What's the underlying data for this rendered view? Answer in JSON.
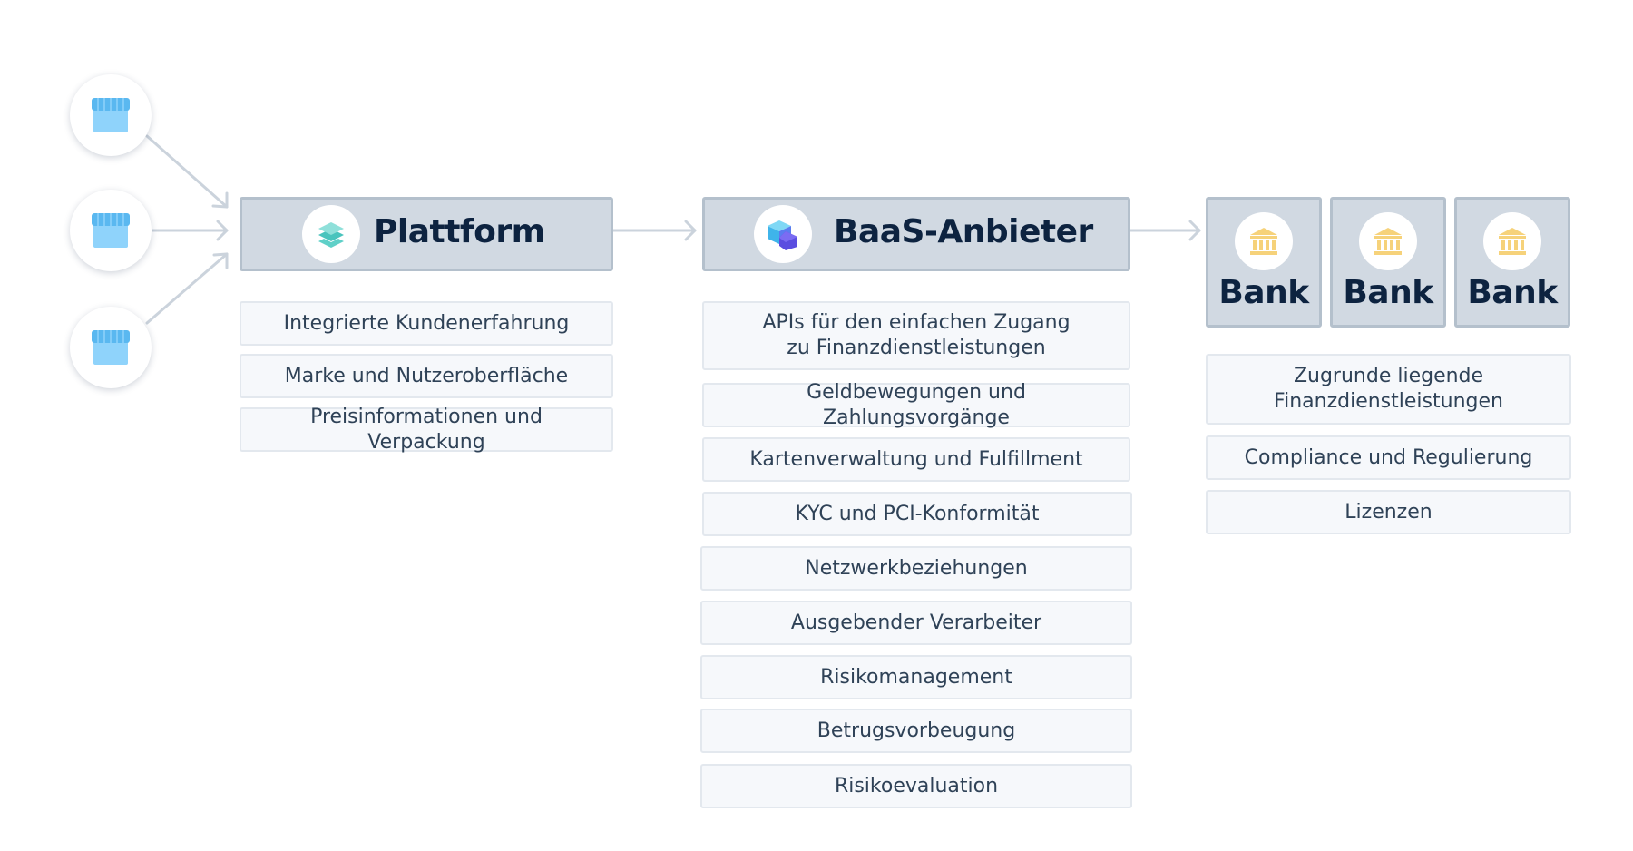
{
  "colors": {
    "header_fill": "#d1d9e2",
    "header_border": "#b4c0cc",
    "item_fill": "#f6f8fb",
    "item_border": "#e3e8ee",
    "arrow": "#cbd3dc",
    "title_text": "#0d2340",
    "item_text": "#2f4257",
    "shop_icon": "#5ab8f0",
    "bank_icon": "#f6d27a"
  },
  "icons": {
    "shop": "storefront-icon",
    "platform": "layers-icon",
    "baas": "cube-icon",
    "bank": "bank-building-icon"
  },
  "platform": {
    "title": "Plattform",
    "items": [
      "Integrierte Kundenerfahrung",
      "Marke und Nutzeroberfläche",
      "Preisinformationen und Verpackung"
    ]
  },
  "baas": {
    "title": "BaaS-Anbieter",
    "items": [
      "APIs für den einfachen Zugang zu Finanzdienstleistungen",
      "Geldbewegungen und Zahlungsvorgänge",
      "Kartenverwaltung und Fulfillment",
      "KYC und PCI-Konformität",
      "Netzwerkbeziehungen",
      "Ausgebender Verarbeiter",
      "Risikomanagement",
      "Betrugsvorbeugung",
      "Risikoevaluation"
    ]
  },
  "banks": {
    "labels": [
      "Bank",
      "Bank",
      "Bank"
    ],
    "items": [
      "Zugrunde liegende Finanzdienstleistungen",
      "Compliance und Regulierung",
      "Lizenzen"
    ]
  }
}
